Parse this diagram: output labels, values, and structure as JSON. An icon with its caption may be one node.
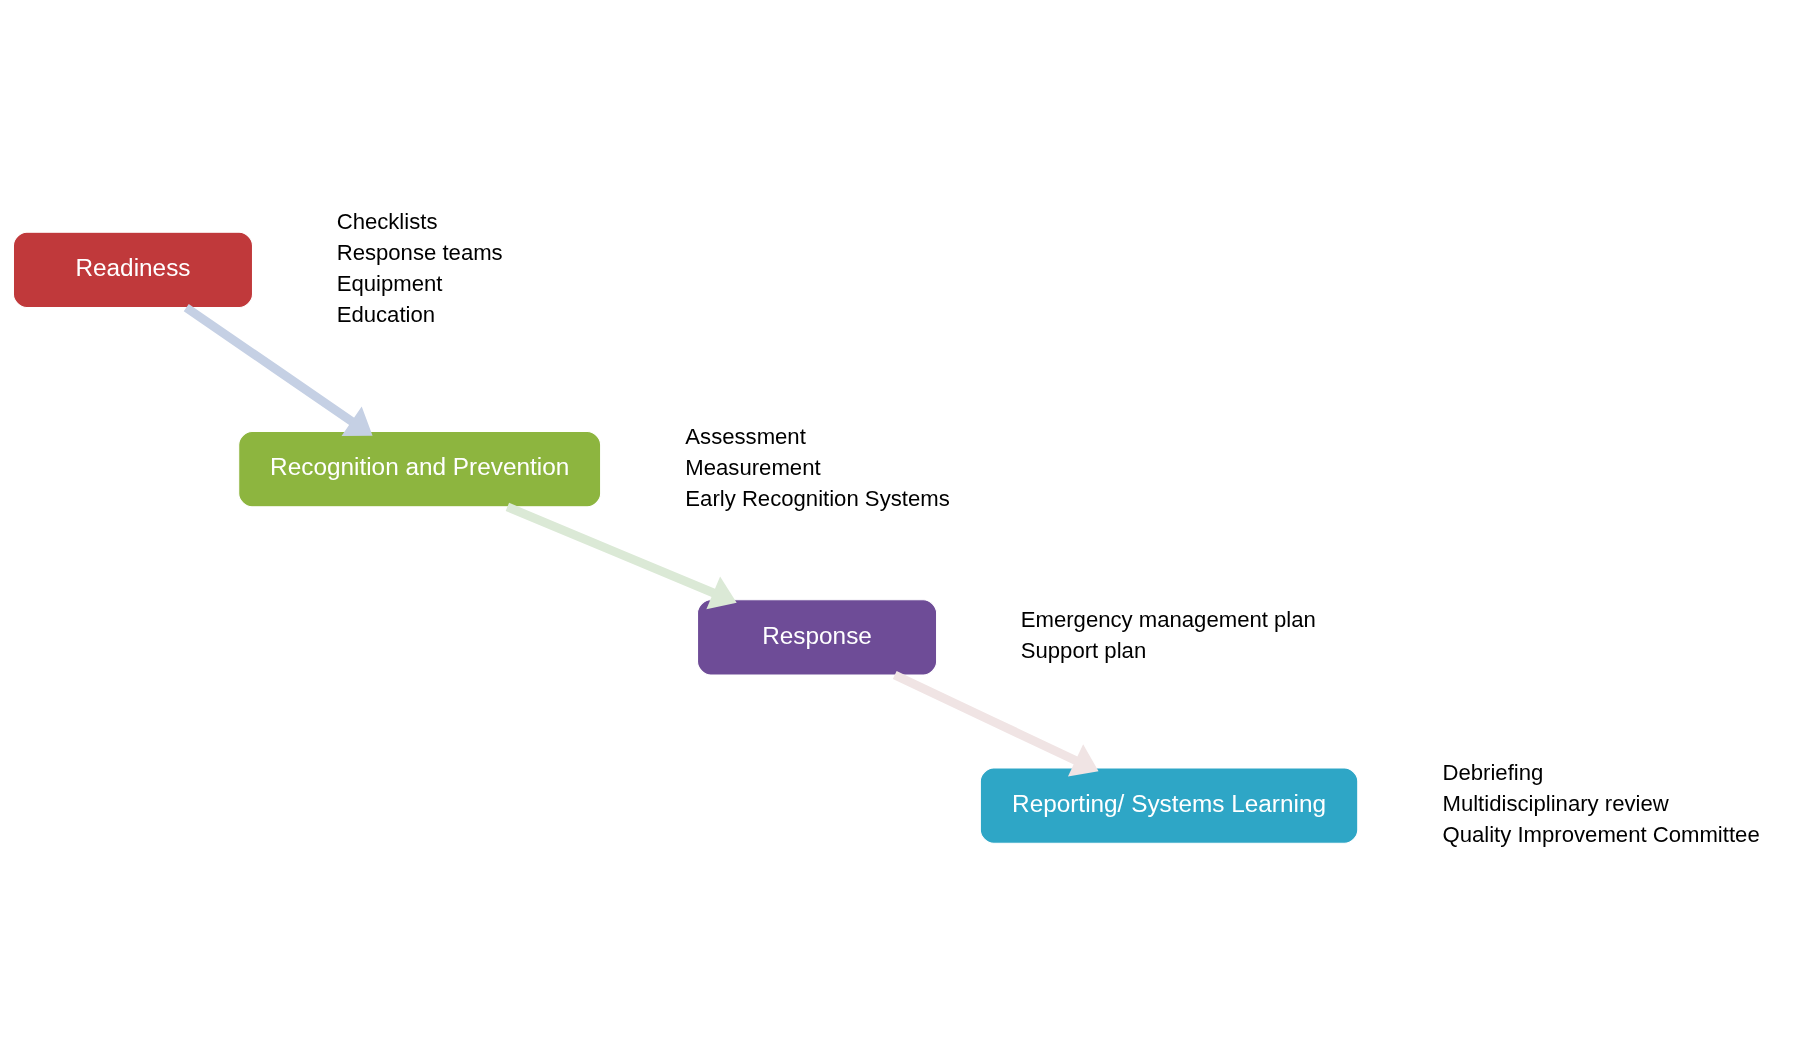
{
  "diagram": {
    "nodes": [
      {
        "text": [
          "Readiness"
        ],
        "beside": [
          "Checklists",
          "Response teams",
          "Equipment",
          "Education"
        ]
      },
      {
        "text": [
          "Recognition and Prevention"
        ],
        "beside": [
          "Assessment",
          "Measurement",
          "Early Recognition Systems"
        ]
      },
      {
        "text": [
          "Response"
        ],
        "beside": [
          "Emergency management plan",
          "Support plan"
        ]
      },
      {
        "text": [
          "Reporting/ Systems Learning"
        ],
        "beside": [
          "Debriefing",
          "Multidisciplinary review",
          "Quality Improvement Committee"
        ]
      }
    ],
    "edges": [
      {
        "from": 0,
        "to": 1,
        "arrow": "to",
        "color": "#c5d0e4"
      },
      {
        "from": 1,
        "to": 2,
        "arrow": "to",
        "color": "#dbe9d6"
      },
      {
        "from": 2,
        "to": 3,
        "arrow": "to",
        "color": "#f0e4e4"
      }
    ]
  }
}
